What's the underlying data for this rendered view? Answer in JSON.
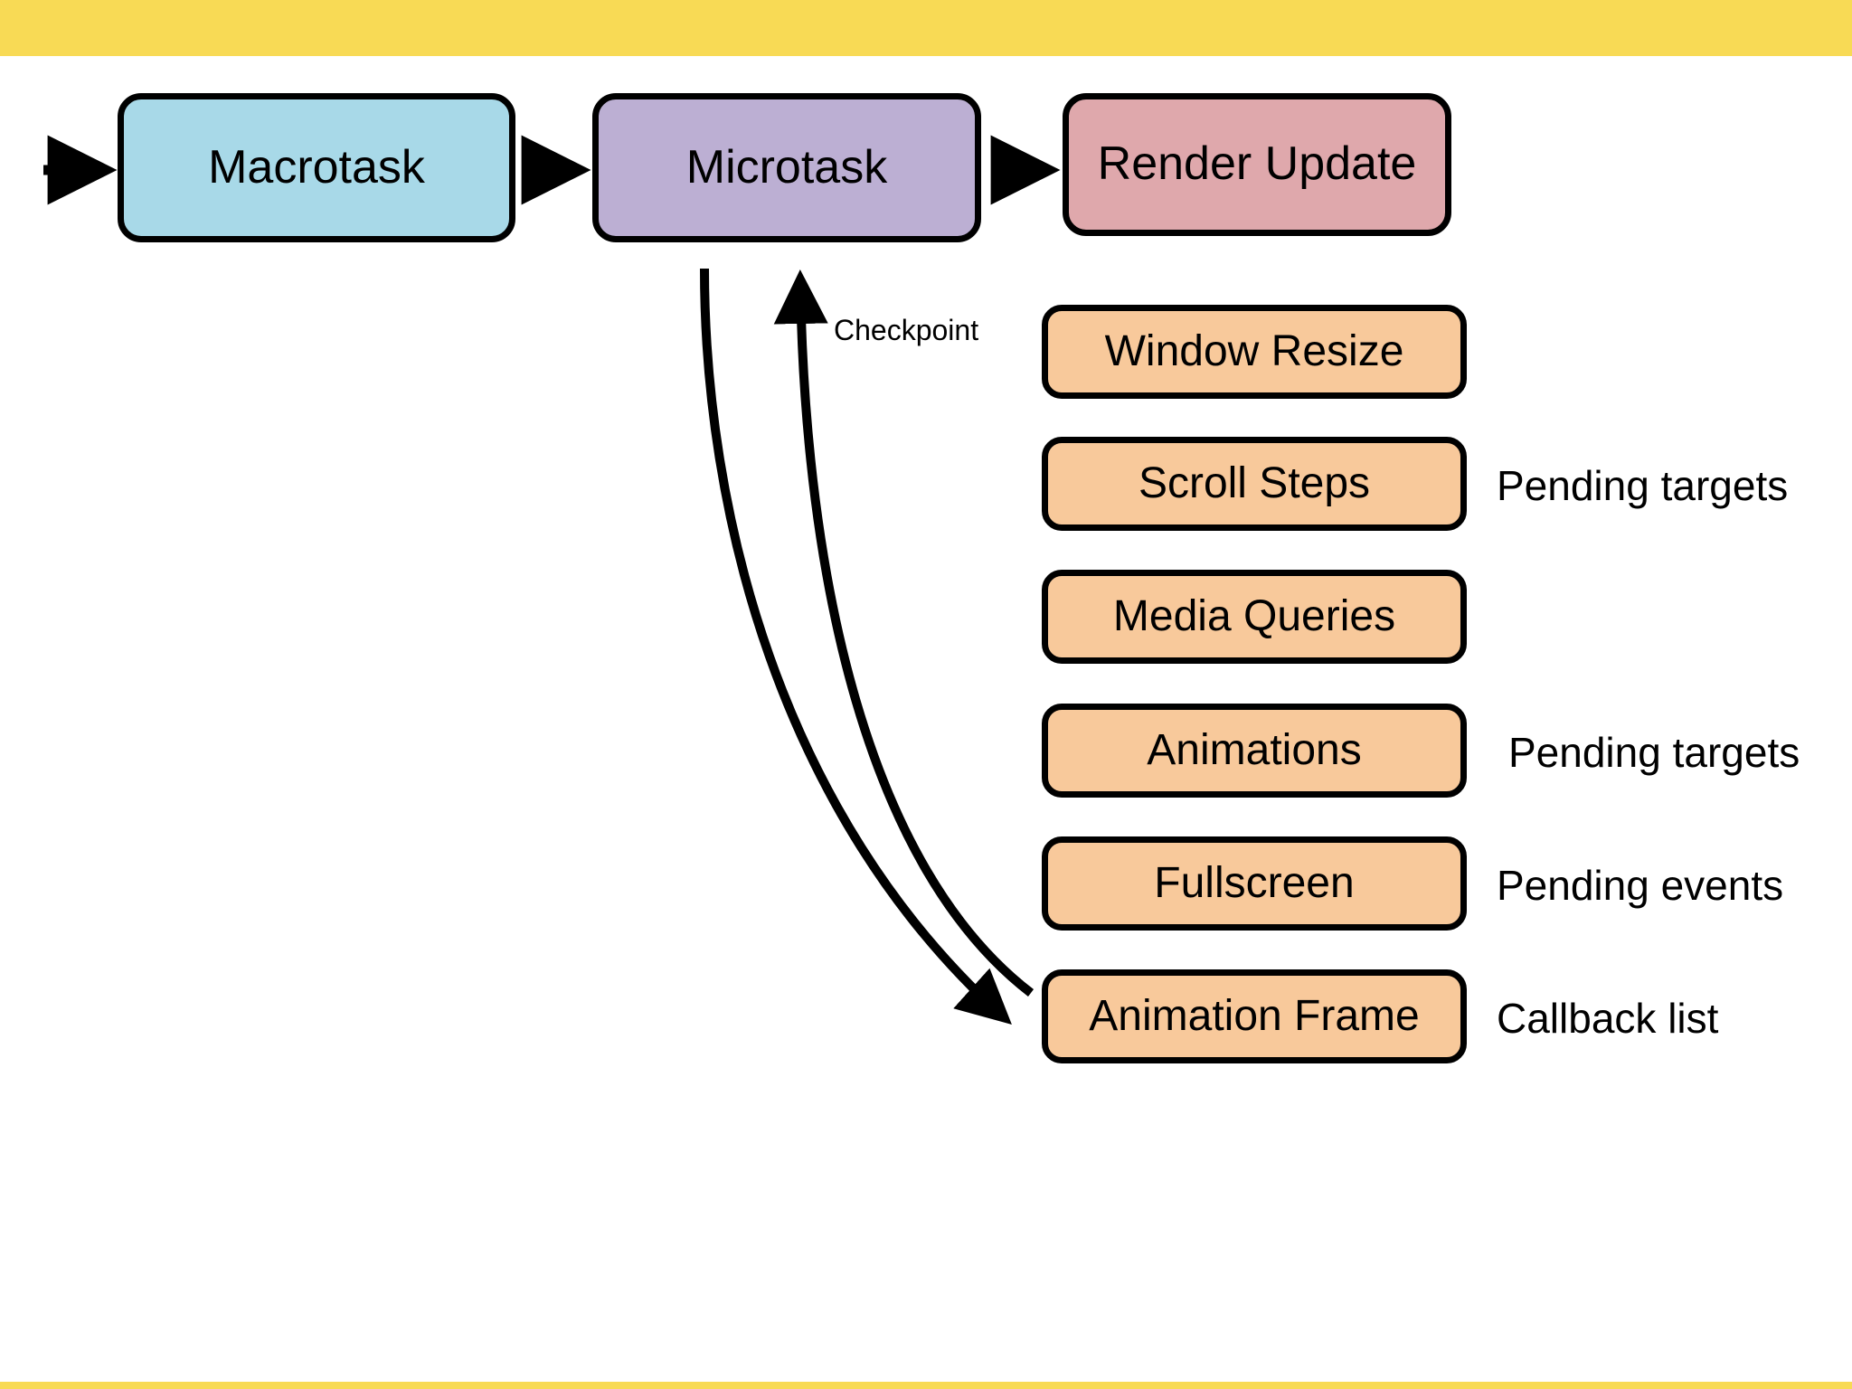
{
  "page": {
    "background": "#ffffff",
    "band_color": "#F8DA55"
  },
  "pipeline": {
    "nodes": [
      {
        "label": "Macrotask",
        "color": "#A8D9E8"
      },
      {
        "label": "Microtask",
        "color": "#BCAFD3"
      },
      {
        "label": "Render Update",
        "color": "#DFA8AC"
      }
    ],
    "checkpoint_label": "Checkpoint"
  },
  "queues": {
    "color": "#F8C99B",
    "items": [
      {
        "label": "Window Resize",
        "annotation": ""
      },
      {
        "label": "Scroll Steps",
        "annotation": "Pending targets"
      },
      {
        "label": "Media Queries",
        "annotation": ""
      },
      {
        "label": "Animations",
        "annotation": "Pending targets"
      },
      {
        "label": "Fullscreen",
        "annotation": "Pending events"
      },
      {
        "label": "Animation Frame",
        "annotation": "Callback list"
      }
    ]
  }
}
